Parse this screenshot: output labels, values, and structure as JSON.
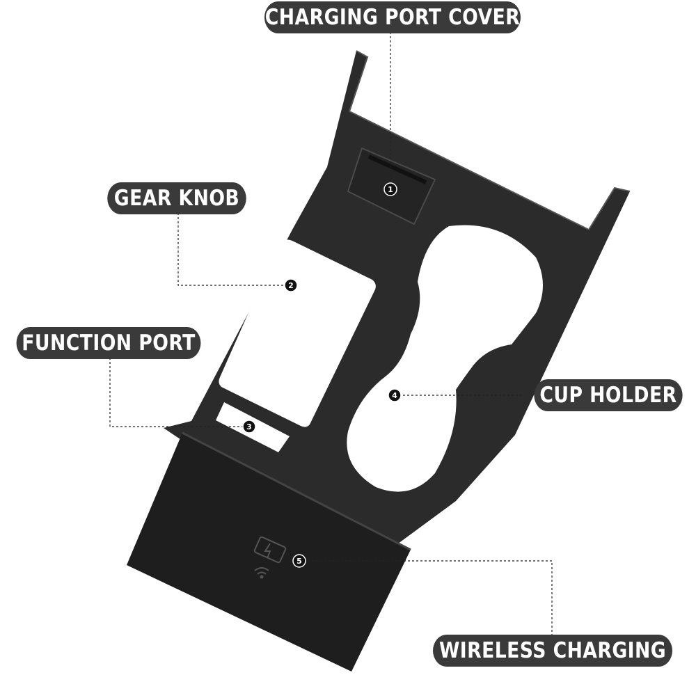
{
  "callouts": {
    "charging_port_cover": {
      "number": "1",
      "label": "CHARGING PORT COVER"
    },
    "gear_knob": {
      "number": "2",
      "label": "GEAR KNOB"
    },
    "function_port": {
      "number": "3",
      "label": "FUNCTION PORT"
    },
    "cup_holder": {
      "number": "4",
      "label": "CUP HOLDER"
    },
    "wireless_charging": {
      "number": "5",
      "label": "WIRELESS CHARGING"
    }
  },
  "colors": {
    "panel": "#2c2c2c",
    "label_background": "#3a3a3a",
    "label_text": "#ffffff",
    "background": "#ffffff"
  }
}
